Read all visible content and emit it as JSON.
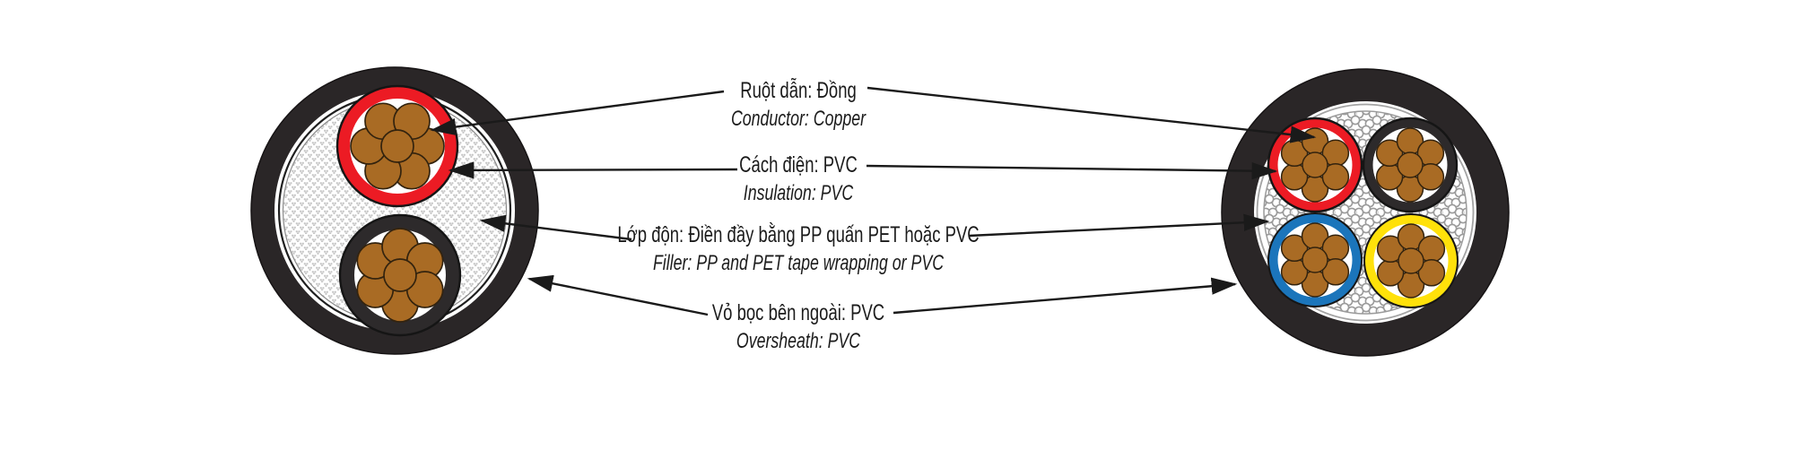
{
  "diagram": {
    "labels": [
      {
        "id": "conductor",
        "vi": "Ruột dẫn: Đồng",
        "en": "Conductor: Copper"
      },
      {
        "id": "insulation",
        "vi": "Cách điện: PVC",
        "en": "Insulation: PVC"
      },
      {
        "id": "filler",
        "vi": "Lớp độn: Điền đầy bằng PP quấn PET hoặc PVC",
        "en": "Filler: PP and PET tape wrapping or PVC"
      },
      {
        "id": "oversheath",
        "vi": "Vỏ bọc bên ngoài: PVC",
        "en": "Oversheath: PVC"
      }
    ],
    "cables": [
      {
        "position": "left",
        "cores": 2,
        "core_colors": [
          "red",
          "black"
        ],
        "strands_per_core": 7
      },
      {
        "position": "right",
        "cores": 4,
        "core_colors": [
          "red",
          "black",
          "blue",
          "yellow"
        ],
        "strands_per_core": 7
      }
    ]
  },
  "colors": {
    "red": "#EC1B24",
    "blue": "#1B75BB",
    "yellow": "#FFE10A",
    "copper": "#A96B24",
    "sheath": "#2A2627",
    "ins_black": "#2D2A2B",
    "line": "#1A1A1A"
  }
}
